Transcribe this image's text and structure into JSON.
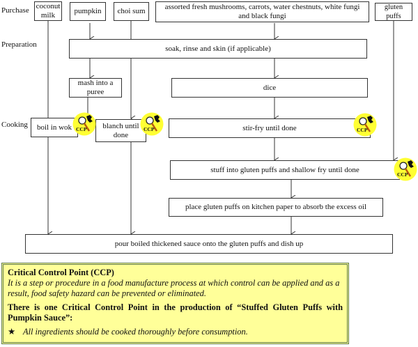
{
  "stages": {
    "purchase": "Purchase",
    "preparation": "Preparation",
    "cooking": "Cooking"
  },
  "purchase_items": {
    "coconut_milk": "coconut milk",
    "pumpkin": "pumpkin",
    "choi_sum": "choi sum",
    "assorted": "assorted fresh mushrooms, carrots, water chestnuts, white fungi and black fungi",
    "gluten_puffs": "gluten puffs"
  },
  "steps": {
    "soak": "soak, rinse and skin (if applicable)",
    "mash": "mash into a puree",
    "dice": "dice",
    "boil": "boil in wok",
    "blanch": "blanch until done",
    "stir_fry": "stir-fry until done",
    "stuff": "stuff into gluten puffs and shallow fry until done",
    "place": "place gluten puffs on kitchen paper to absorb the excess oil",
    "pour": "pour boiled thickened sauce onto the gluten puffs and dish up"
  },
  "ccp_badge": {
    "label": "CCP",
    "icon": "magnifier-detective-icon",
    "color": "#ffff33"
  },
  "note": {
    "title": "Critical Control Point (CCP)",
    "definition": "It is a step or procedure in a food manufacture process at which control can be applied and as a result, food safety hazard can be prevented or eliminated.",
    "summary": "There is one Critical Control Point in the production of “Stuffed Gluten Puffs with Pumpkin Sauce”:",
    "bullet_symbol": "★",
    "bullet": "All ingredients should be cooked thoroughly before consumption.",
    "background": "#ffff99",
    "border": "#5e7a4a"
  }
}
